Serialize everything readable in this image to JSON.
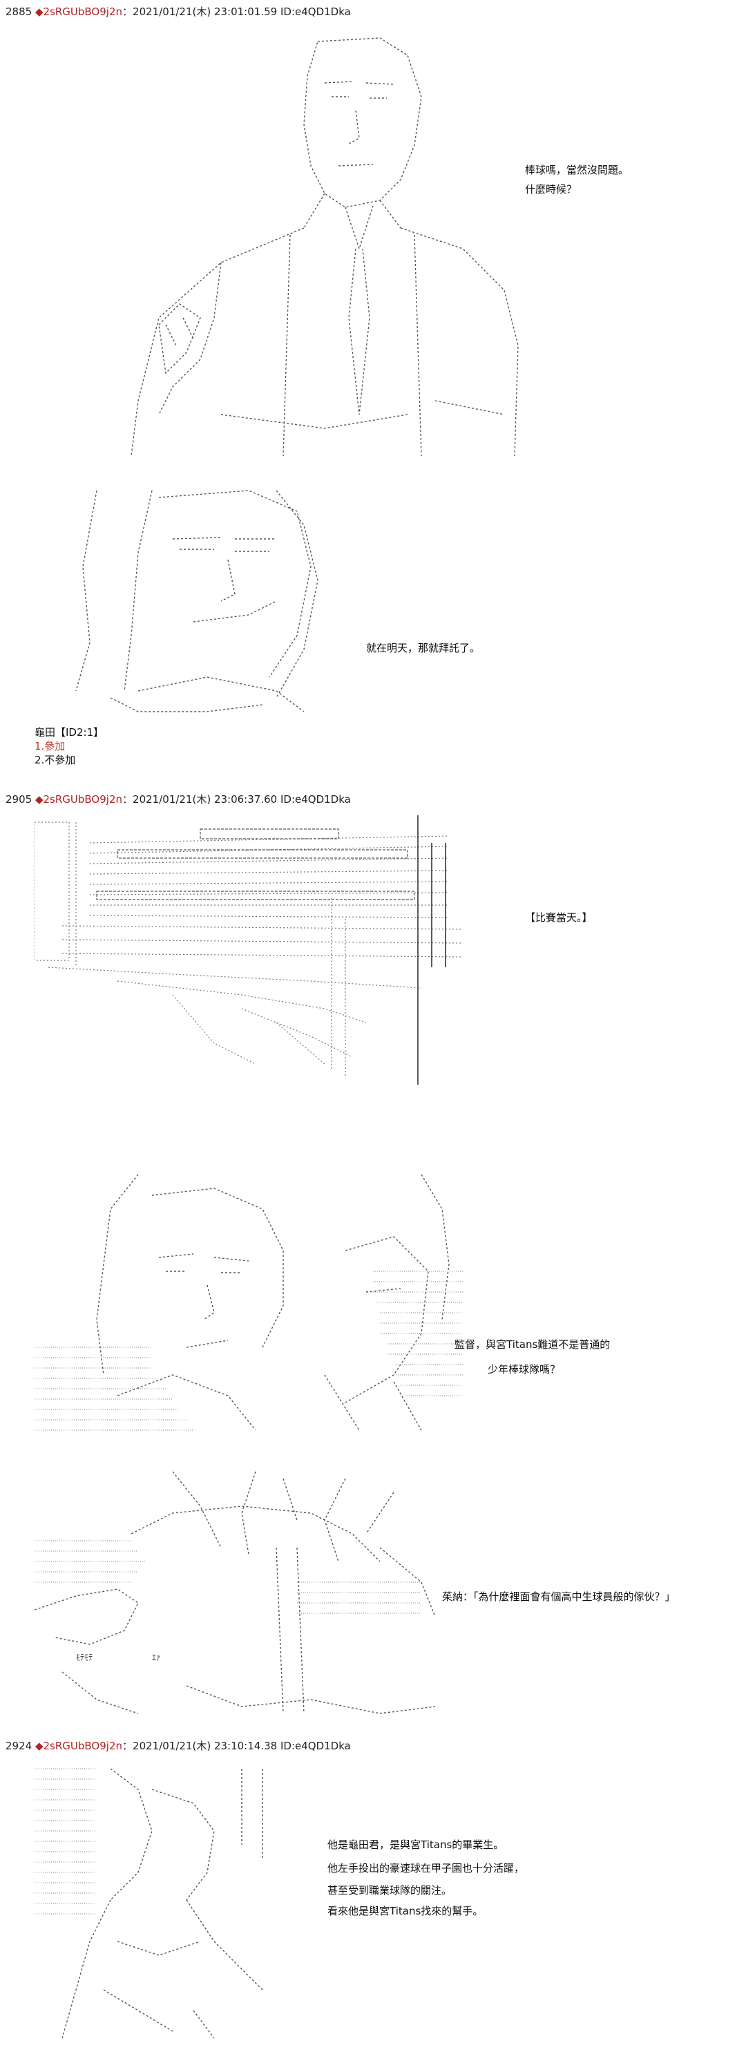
{
  "posts": [
    {
      "number": "2885",
      "name": "◆2sRGUbBO9j2n",
      "separator": "：",
      "datetime": "2021/01/21(木) 23:01:01.59",
      "id": "ID:e4QD1Dka",
      "lines_panel1": [
        "棒球嗎，當然沒問題。",
        "什麼時候？"
      ],
      "lines_panel2": [
        "就在明天，那就拜託了。"
      ],
      "vote": {
        "title": "龜田【ID2:1】",
        "options": [
          "1.參加",
          "2.不參加"
        ]
      }
    },
    {
      "number": "2905",
      "name": "◆2sRGUbBO9j2n",
      "separator": "：",
      "datetime": "2021/01/21(木) 23:06:37.60",
      "id": "ID:e4QD1Dka",
      "lines_panel1": [
        "【比賽當天。】"
      ],
      "lines_panel2": [
        "監督，與宮Titans難道不是普通的",
        "少年棒球隊嗎？"
      ],
      "lines_panel3": [
        "茱納：「為什麼裡面會有個高中生球員般的傢伙？」"
      ]
    },
    {
      "number": "2924",
      "name": "◆2sRGUbBO9j2n",
      "separator": "：",
      "datetime": "2021/01/21(木) 23:10:14.38",
      "id": "ID:e4QD1Dka",
      "lines_panel1": [
        "他是龜田君，是與宮Titans的畢業生。",
        "他左手投出的豪速球在甲子園也十分活躍，",
        "甚至受到職業球隊的關注。",
        "看來他是與宮Titans找來的幫手。"
      ]
    }
  ],
  "art_labels": {
    "monte": "ﾓﾃﾓﾃ",
    "ea": "ｴｧ"
  },
  "colors": {
    "name": "#b22222",
    "vote_active": "#c0392b",
    "text": "#111111",
    "art_stroke": "#444444"
  }
}
